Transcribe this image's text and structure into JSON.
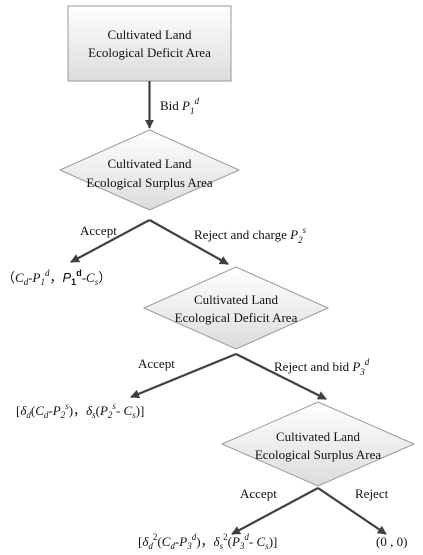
{
  "colors": {
    "node_fill_top": "#ffffff",
    "node_fill_bottom": "#dcdcdc",
    "node_stroke": "#9a9a9a",
    "edge": "#404040"
  },
  "nodes": {
    "n1": {
      "line1": "Cultivated Land",
      "line2": "Ecological Deficit Area"
    },
    "n2": {
      "line1": "Cultivated Land",
      "line2": "Ecological Surplus Area"
    },
    "n3": {
      "line1": "Cultivated Land",
      "line2": "Ecological Deficit Area"
    },
    "n4": {
      "line1": "Cultivated Land",
      "line2": "Ecological Surplus Area"
    }
  },
  "edges": {
    "bid": {
      "text": "Bid ",
      "var": "P",
      "sub": "1",
      "sup": "d"
    },
    "accept1": {
      "text": "Accept"
    },
    "reject1": {
      "text": "Reject and charge ",
      "var": "P",
      "sub": "2",
      "sup": "s"
    },
    "accept2": {
      "text": "Accept"
    },
    "reject2": {
      "text": "Reject and bid ",
      "var": "P",
      "sub": "3",
      "sup": "d"
    },
    "accept3": {
      "text": "Accept"
    },
    "reject3": {
      "text": "Reject"
    }
  },
  "payoffs": {
    "p1": {
      "open": "（",
      "a": "C",
      "a_sub": "d",
      "minus1": "-",
      "b": "P",
      "b_sub": "1",
      "b_sup": "d",
      "comma": "，",
      "c": "P",
      "c_sub": "1",
      "c_sup": "d",
      "minus2": "-",
      "d": "C",
      "d_sub": "s",
      "close": "）"
    },
    "p2": {
      "open": "[",
      "delta1": "δ",
      "delta1_sub": "d",
      "paren1": "(",
      "a": "C",
      "a_sub": "d",
      "minus1": "-",
      "b": "P",
      "b_sub": "2",
      "b_sup": "s",
      "close1": ")，",
      "delta2": "δ",
      "delta2_sub": "s",
      "paren2": "(",
      "c": "P",
      "c_sub": "2",
      "c_sup": "s",
      "minus2": "- ",
      "d": "C",
      "d_sub": "s",
      "close2": ")]"
    },
    "p3": {
      "open": "[",
      "delta1": "δ",
      "delta1_sub": "d",
      "delta1_sup": "2",
      "paren1": "(",
      "a": "C",
      "a_sub": "d",
      "minus1": "-",
      "b": "P",
      "b_sub": "3",
      "b_sup": "d",
      "close1": ")，",
      "delta2": "δ",
      "delta2_sub": "s",
      "delta2_sup": "2",
      "paren2": "(",
      "c": "P",
      "c_sub": "3",
      "c_sup": "d",
      "minus2": "- ",
      "d": "C",
      "d_sub": "s",
      "close2": ")]"
    },
    "p4": {
      "text": "(0 , 0)"
    }
  }
}
